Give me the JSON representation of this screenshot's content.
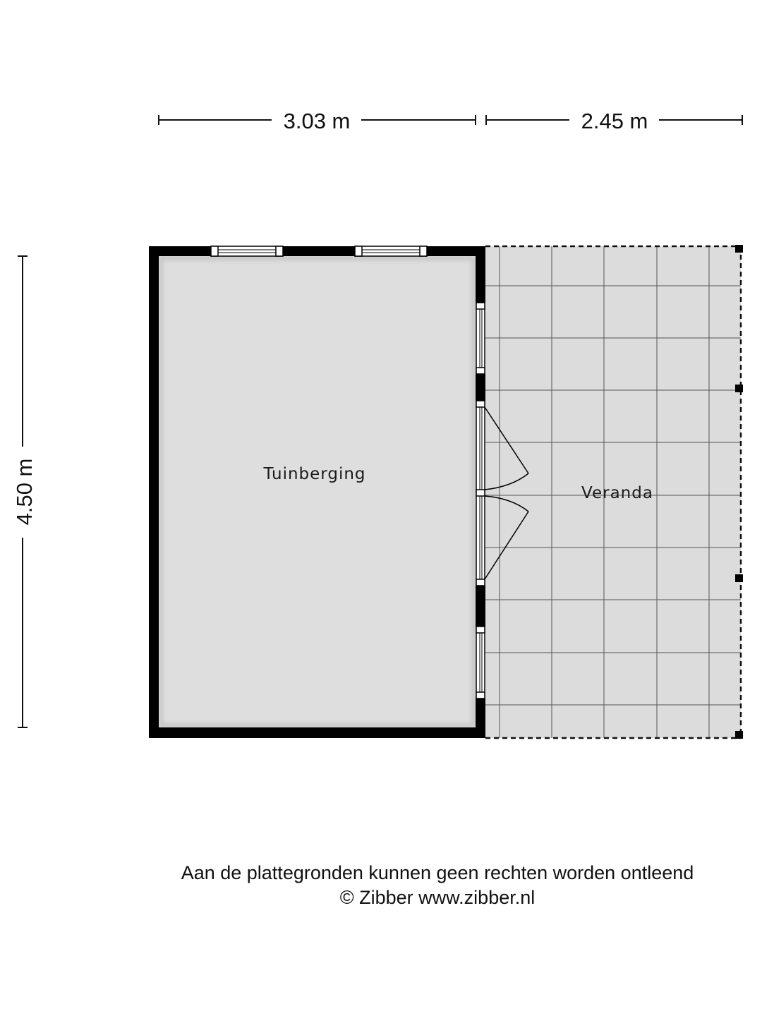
{
  "dimensions": {
    "top_left": "3.03 m",
    "top_right": "2.45 m",
    "left": "4.50 m"
  },
  "rooms": {
    "storage": "Tuinberging",
    "porch": "Veranda"
  },
  "footer": {
    "disclaimer": "Aan de plattegronden kunnen geen rechten worden ontleend",
    "copyright": "© Zibber www.zibber.nl"
  },
  "colors": {
    "wall": "#000000",
    "floor": "#dcdcdc",
    "grid": "#555555"
  }
}
